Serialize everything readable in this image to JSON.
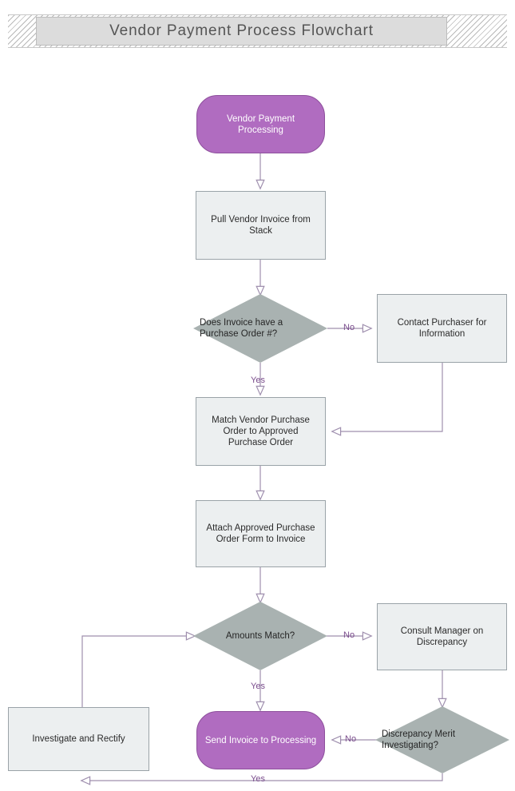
{
  "title": "Vendor Payment Process Flowchart",
  "colors": {
    "terminator_fill": "#b06cc0",
    "process_fill": "#eceff0",
    "decision_fill": "#a9b2b1",
    "connector": "#9f8fae",
    "edge_label": "#7a4c8c",
    "title_band": "#dcdcdc"
  },
  "nodes": [
    {
      "id": "start",
      "type": "terminator",
      "label": "Vendor Payment Processing"
    },
    {
      "id": "pull",
      "type": "process",
      "label": "Pull Vendor Invoice from Stack"
    },
    {
      "id": "has_po",
      "type": "decision",
      "label": "Does Invoice have a Purchase Order #?"
    },
    {
      "id": "contact",
      "type": "process",
      "label": "Contact Purchaser for Information"
    },
    {
      "id": "match_po",
      "type": "process",
      "label": "Match Vendor Purchase Order to Approved Purchase Order"
    },
    {
      "id": "attach",
      "type": "process",
      "label": "Attach Approved Purchase Order Form to Invoice"
    },
    {
      "id": "amounts",
      "type": "decision",
      "label": "Amounts Match?"
    },
    {
      "id": "consult",
      "type": "process",
      "label": "Consult Manager on Discrepancy"
    },
    {
      "id": "send",
      "type": "terminator",
      "label": "Send Invoice to Processing"
    },
    {
      "id": "merit",
      "type": "decision",
      "label": "Discrepancy Merit Investigating?"
    },
    {
      "id": "investigate",
      "type": "process",
      "label": "Investigate and Rectify"
    }
  ],
  "edge_labels": {
    "has_po_no": "No",
    "has_po_yes": "Yes",
    "amounts_no": "No",
    "amounts_yes": "Yes",
    "merit_no": "No",
    "merit_yes": "Yes"
  }
}
